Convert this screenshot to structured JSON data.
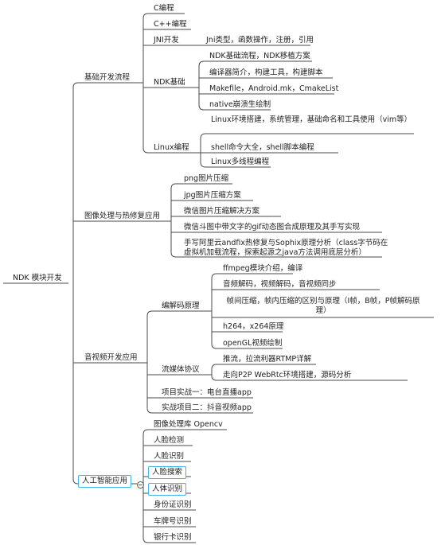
{
  "root": "NDK 模块开发",
  "branches": [
    {
      "label": "基础开发流程",
      "children": [
        {
          "label": "C编程",
          "children": []
        },
        {
          "label": "C++编程",
          "children": []
        },
        {
          "label": "JNI开发",
          "children": [
            "Jni类型，函数操作，注册，引用"
          ]
        },
        {
          "label": "NDK基础",
          "children": [
            "NDK基础流程，NDK移植方案",
            "编译器简介，构建工具，构建脚本",
            "Makefile，Android.mk，CmakeList",
            "native崩溃生绘制"
          ]
        },
        {
          "label": "Linux编程",
          "children": [
            "Linux环境搭建，系统管理，基础命名和工具使用（vim等）",
            "shell命令大全，shell脚本编程",
            "Linux多线程编程"
          ]
        }
      ]
    },
    {
      "label": "图像处理与热修复应用",
      "children": [
        {
          "label": "png图片压缩",
          "children": []
        },
        {
          "label": "jpg图片压缩方案",
          "children": []
        },
        {
          "label": "微信图片压缩解决方案",
          "children": []
        },
        {
          "label": "微信斗图中带文字的gif动态图合成原理及其手写实现",
          "children": []
        },
        {
          "label": "手写阿里云andfix热修复与Sophix原理分析（class字节码在虚拟机加载流程，探索起源之java方法调用底层分析）",
          "children": []
        }
      ]
    },
    {
      "label": "音视频开发应用",
      "children": [
        {
          "label": "编解码原理",
          "children": [
            "ffmpeg模块介绍，编译",
            "音频解码，视频解码，音视频同步",
            "帧间压缩，帧内压缩的区别与原理（I帧，B帧，P帧解码原理）",
            "h264，x264原理",
            "openGL视频绘制"
          ]
        },
        {
          "label": "流媒体协议",
          "children": [
            "推流，拉流利器RTMP详解",
            "走向P2P WebRtc环境搭建，源码分析"
          ]
        },
        {
          "label": "项目实战一：电台直播app",
          "children": []
        },
        {
          "label": "实战项目二：抖音视频app",
          "children": []
        }
      ]
    },
    {
      "label": "人工智能应用",
      "children": [
        {
          "label": "图像处理库 Opencv",
          "children": []
        },
        {
          "label": "人脸检测",
          "children": []
        },
        {
          "label": "人脸识别",
          "children": []
        },
        {
          "label": "人脸搜索",
          "children": []
        },
        {
          "label": "人体识别",
          "children": []
        },
        {
          "label": "身份证识别",
          "children": []
        },
        {
          "label": "车牌号识别",
          "children": []
        },
        {
          "label": "银行卡识别",
          "children": []
        }
      ]
    }
  ],
  "colors": {
    "line": "#4a4a4a",
    "highlight": "#42b4e6"
  }
}
